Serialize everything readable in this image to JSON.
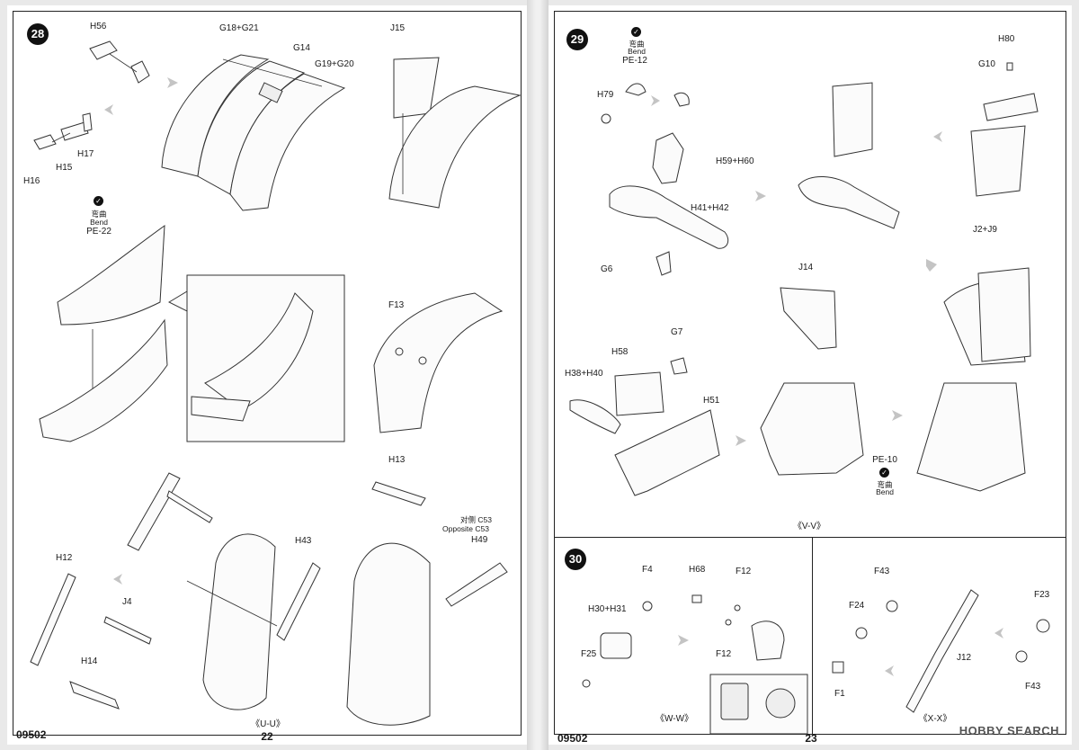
{
  "doc_code": "09502",
  "pages": [
    {
      "number": "22"
    },
    {
      "number": "23"
    }
  ],
  "steps": {
    "s28": {
      "num": "28",
      "view": "《U-U》"
    },
    "s29": {
      "num": "29",
      "view": "《V-V》"
    },
    "s30": {
      "num": "30",
      "view_a": "《W-W》",
      "view_b": "《X-X》"
    }
  },
  "labels28": {
    "h56": "H56",
    "g18g21": "G18+G21",
    "g14": "G14",
    "g19g20": "G19+G20",
    "j15": "J15",
    "h17": "H17",
    "h15": "H15",
    "h16": "H16",
    "bend_cn": "弯曲",
    "bend_en": "Bend",
    "pe22": "PE-22",
    "f13": "F13",
    "h13": "H13",
    "opp_cn": "对侧 C53",
    "opp_en": "Opposite C53",
    "h49": "H49",
    "h43": "H43",
    "h12": "H12",
    "j4": "J4",
    "h14": "H14"
  },
  "labels29": {
    "bend_cn": "弯曲",
    "bend_en": "Bend",
    "pe12": "PE-12",
    "h79": "H79",
    "h59h60": "H59+H60",
    "h41h42": "H41+H42",
    "g6": "G6",
    "h80": "H80",
    "g10": "G10",
    "j2j9": "J2+J9",
    "j14": "J14",
    "g7": "G7",
    "h58": "H58",
    "h38h40": "H38+H40",
    "h51": "H51",
    "pe10": "PE-10",
    "bend2_cn": "弯曲",
    "bend2_en": "Bend"
  },
  "labels30": {
    "f4": "F4",
    "h68": "H68",
    "f12a": "F12",
    "h30h31": "H30+H31",
    "f25": "F25",
    "f12b": "F12",
    "f43a": "F43",
    "f24": "F24",
    "f1": "F1",
    "j12": "J12",
    "f23": "F23",
    "f43b": "F43"
  },
  "watermark": "HOBBY SEARCH"
}
